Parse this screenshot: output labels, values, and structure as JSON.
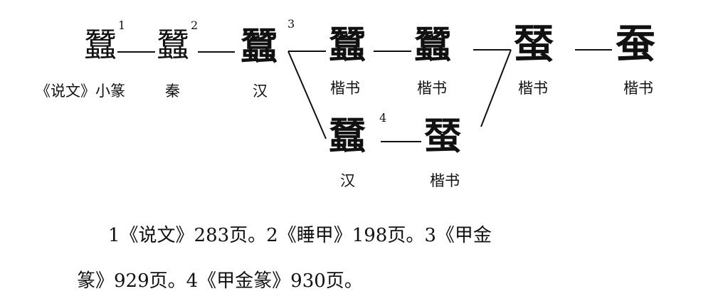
{
  "diagram": {
    "top_row": [
      {
        "char": "蠶",
        "sup": "1",
        "label": "《说文》小篆"
      },
      {
        "char": "蠶",
        "sup": "2",
        "label": "秦"
      },
      {
        "char": "蠶",
        "sup": "3",
        "label": "汉"
      },
      {
        "char": "蠶",
        "sup": "",
        "label": "楷书"
      },
      {
        "char": "蠶",
        "sup": "",
        "label": "楷书"
      },
      {
        "char": "蝅",
        "sup": "",
        "label": "楷书"
      },
      {
        "char": "蚕",
        "sup": "",
        "label": "楷书"
      }
    ],
    "bottom_row": [
      {
        "char": "蠺",
        "sup": "4",
        "label": "汉"
      },
      {
        "char": "蝅",
        "sup": "",
        "label": "楷书"
      }
    ]
  },
  "notes": {
    "line1": "1《说文》283页。2《睡甲》198页。3《甲金",
    "line2": "篆》929页。4《甲金篆》930页。"
  }
}
